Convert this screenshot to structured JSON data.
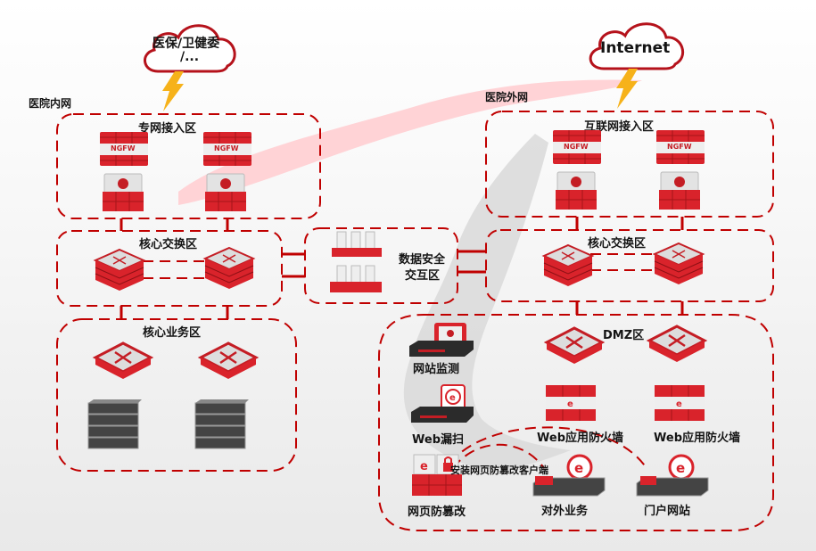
{
  "clouds": {
    "left": {
      "label_line1": "医保/卫健委",
      "label_line2": "/..."
    },
    "right": {
      "label": "Internet"
    }
  },
  "regions": {
    "inner": "医院内网",
    "outer": "医院外网"
  },
  "zones": {
    "dedicated_access": "专网接入区",
    "internet_access": "互联网接入区",
    "core_switch_left": "核心交换区",
    "core_switch_right": "核心交换区",
    "data_security_line1": "数据安全",
    "data_security_line2": "交互区",
    "core_business": "核心业务区",
    "dmz": "DMZ区"
  },
  "devices": {
    "ngfw_badge": "NGFW",
    "web_monitor": "网站监测",
    "web_scan": "Web漏扫",
    "waf_1": "Web应用防火墙",
    "waf_2": "Web应用防火墙",
    "tamper_protect": "网页防篡改",
    "tamper_client_note": "安装网页防篡改客户端",
    "external_business": "对外业务",
    "portal_site": "门户网站"
  },
  "colors": {
    "accent_red": "#c00000",
    "device_red": "#d9232b",
    "bolt": "#f6b21a",
    "swoosh_pink": "#ffd3d6",
    "swoosh_grey": "#d6d6d6"
  }
}
